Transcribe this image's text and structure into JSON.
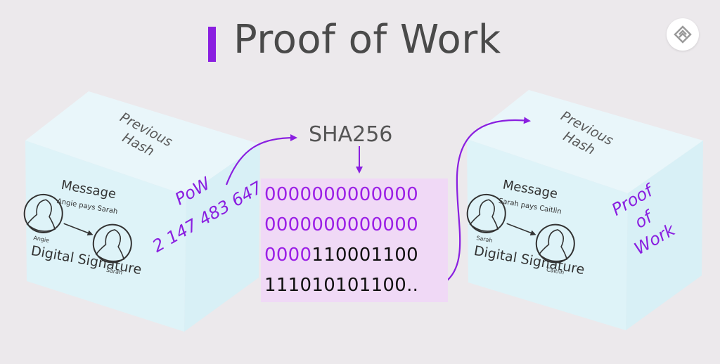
{
  "title": "Proof of Work",
  "hash_function": "SHA256",
  "hash_output": [
    {
      "zeros": "0000000000000",
      "rest": ""
    },
    {
      "zeros": "0000000000000",
      "rest": ""
    },
    {
      "zeros": "0000",
      "rest": "110001100"
    },
    {
      "zeros": "",
      "rest": "111010101100.."
    }
  ],
  "pow_label": "PoW",
  "pow_nonce": "2 147 483 647",
  "block_left": {
    "previous_hash": [
      "Previous",
      "Hash"
    ],
    "message": "Message",
    "transaction": "Angie pays Sarah",
    "sender": "Angie",
    "receiver": "Sarah",
    "signature": "Digital Signature"
  },
  "block_right": {
    "previous_hash": [
      "Previous",
      "Hash"
    ],
    "message": "Message",
    "transaction": "Sarah pays Caitlin",
    "sender": "Sarah",
    "receiver": "Caitlin",
    "signature": "Digital Signature",
    "proof": [
      "Proof",
      "of",
      "Work"
    ]
  },
  "colors": {
    "accent": "#8a1fe0",
    "cube_face": "#def3f8",
    "hash_box": "#f0d9f6",
    "background": "#ece9ec"
  }
}
